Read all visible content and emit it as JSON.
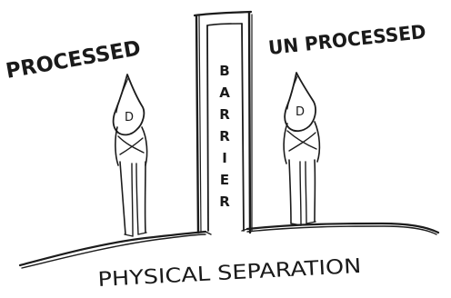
{
  "labels": {
    "left": "PROCESSED",
    "right": "UN PROCESSED",
    "barrier": [
      "B",
      "A",
      "R",
      "R",
      "I",
      "E",
      "R"
    ],
    "caption": "PHYSICAL SEPARATION"
  },
  "figures": {
    "left_mark": "D",
    "right_mark": "D"
  },
  "colors": {
    "ink": "#1a1a1a",
    "paper": "#ffffff"
  }
}
